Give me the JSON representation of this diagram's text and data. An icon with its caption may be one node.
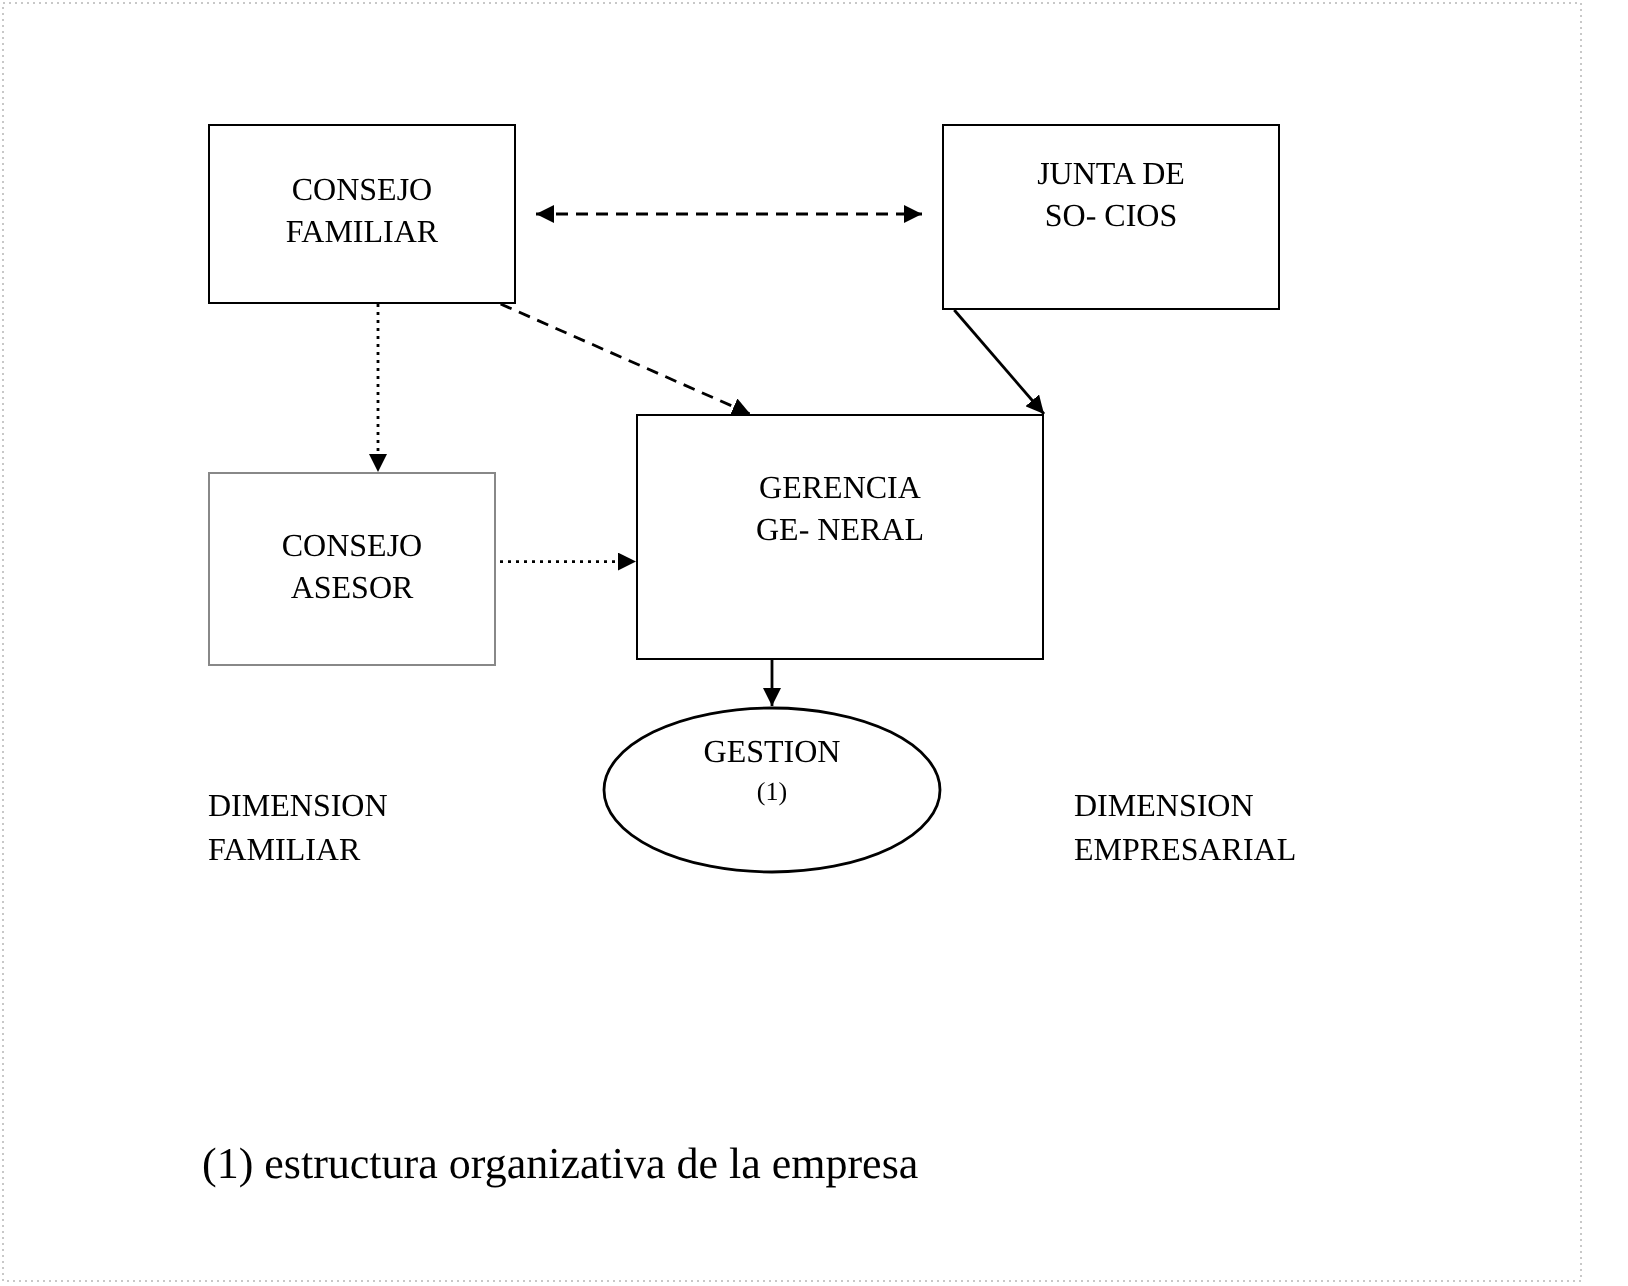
{
  "diagram": {
    "nodes": [
      {
        "text": [
          "CONSEJO FAMILIAR"
        ]
      },
      {
        "text": [
          "JUNTA DE SO- CIOS"
        ]
      },
      {
        "text": [
          "CONSEJO ASESOR"
        ]
      },
      {
        "text": [
          "GERENCIA GE- NERAL"
        ]
      },
      {
        "text": [
          "GESTION",
          "(1)"
        ]
      }
    ],
    "edges": [
      {
        "from": 0,
        "to": 1,
        "arrow": "both",
        "style": "dashed"
      },
      {
        "from": 0,
        "to": 2,
        "arrow": "to",
        "style": "dashed"
      },
      {
        "from": 0,
        "to": 3,
        "arrow": "to",
        "style": "dashed"
      },
      {
        "from": 1,
        "to": 3,
        "arrow": "to"
      },
      {
        "from": 2,
        "to": 3,
        "arrow": "to",
        "style": "dashed"
      },
      {
        "from": 3,
        "to": 4,
        "arrow": "to"
      }
    ],
    "labels": [
      "DIMENSION FAMILIAR",
      "DIMENSION EMPRESARIAL",
      "(1) estructura organizativa de la empresa"
    ]
  }
}
